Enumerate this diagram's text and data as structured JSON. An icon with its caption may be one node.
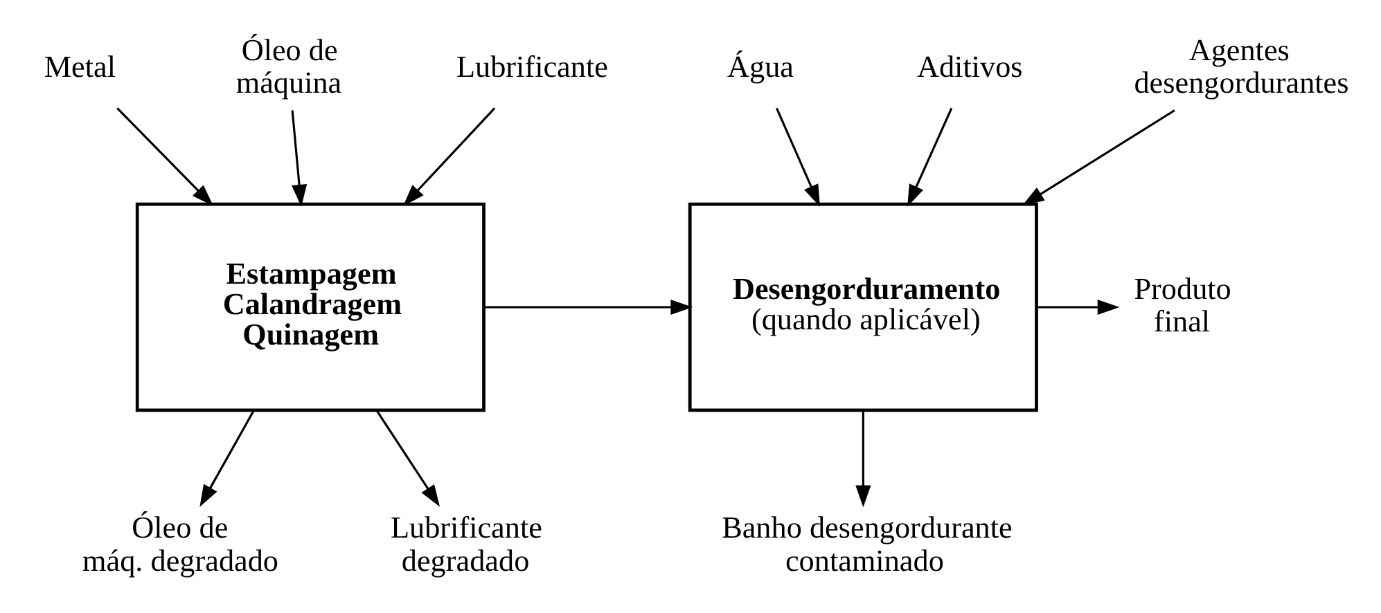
{
  "diagram": {
    "nodes": [
      {
        "text": [
          "Metal"
        ]
      },
      {
        "text": [
          "Óleo de máquina"
        ]
      },
      {
        "text": [
          "Lubrificante"
        ]
      },
      {
        "text": [
          "Estampagem Calandragem Quinagem"
        ]
      },
      {
        "text": [
          "Água"
        ]
      },
      {
        "text": [
          "Aditivos"
        ]
      },
      {
        "text": [
          "Agentes desengordurantes"
        ]
      },
      {
        "text": [
          "Desengorduramento",
          "(quando aplicável)"
        ]
      },
      {
        "text": [
          "Produto final"
        ]
      },
      {
        "text": [
          "Óleo de máq. degradado"
        ]
      },
      {
        "text": [
          "Lubrificante degradado"
        ]
      },
      {
        "text": [
          "Banho desengordurante contaminado"
        ]
      }
    ],
    "edges": [
      {
        "from": 0,
        "to": 3,
        "arrow": "to"
      },
      {
        "from": 1,
        "to": 3,
        "arrow": "to"
      },
      {
        "from": 2,
        "to": 3,
        "arrow": "to"
      },
      {
        "from": 3,
        "to": 9,
        "arrow": "to"
      },
      {
        "from": 3,
        "to": 10,
        "arrow": "to"
      },
      {
        "from": 3,
        "to": 7,
        "arrow": "to"
      },
      {
        "from": 4,
        "to": 7,
        "arrow": "to"
      },
      {
        "from": 5,
        "to": 7,
        "arrow": "to"
      },
      {
        "from": 6,
        "to": 7,
        "arrow": "to"
      },
      {
        "from": 7,
        "to": 8,
        "arrow": "to"
      },
      {
        "from": 7,
        "to": 11,
        "arrow": "to"
      }
    ]
  }
}
